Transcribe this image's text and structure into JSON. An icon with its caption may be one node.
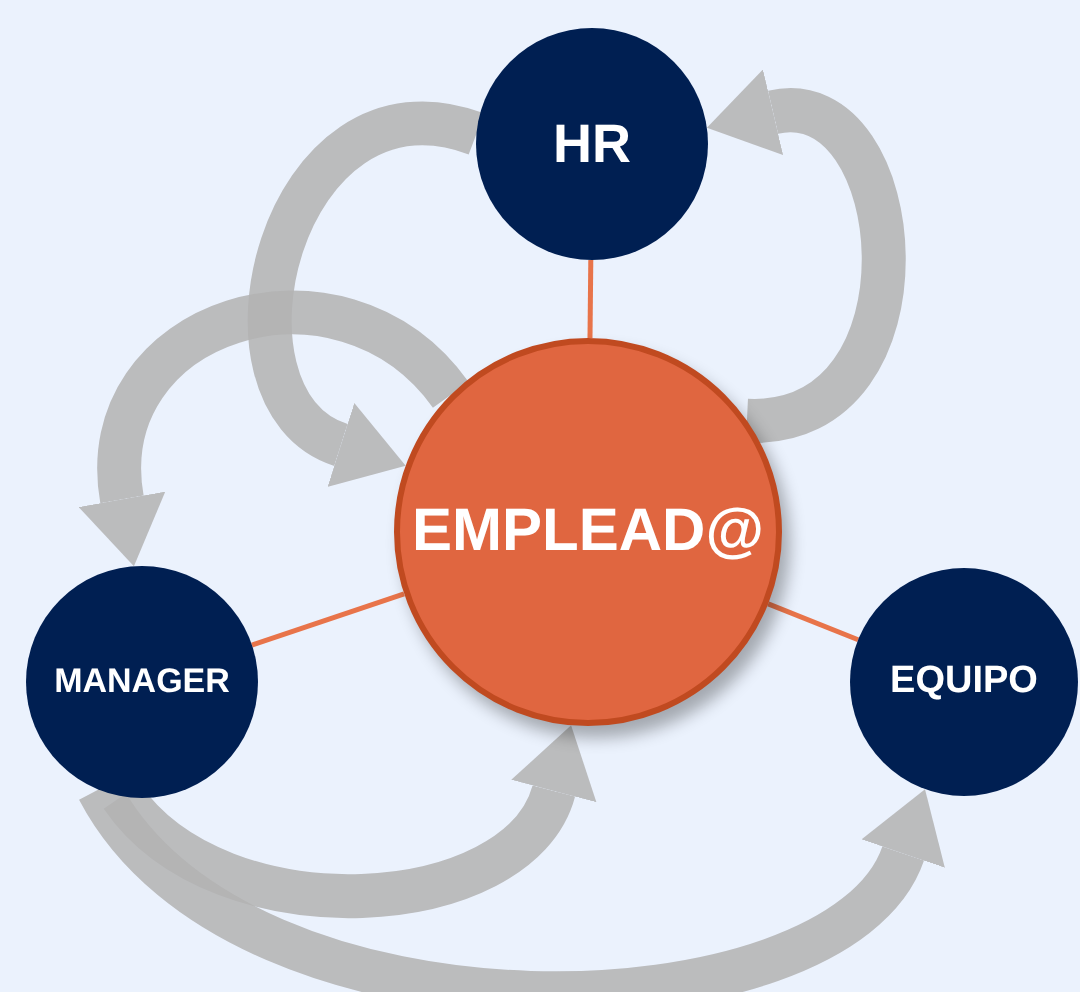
{
  "diagram": {
    "nodes": [
      {
        "text": [
          "HR"
        ]
      },
      {
        "text": [
          "EMPLEAD@"
        ]
      },
      {
        "text": [
          "MANAGER"
        ]
      },
      {
        "text": [
          "EQUIPO"
        ]
      }
    ],
    "edges": [
      {
        "from": 0,
        "to": 1,
        "arrow": "none",
        "color": "#e8744a"
      },
      {
        "from": 2,
        "to": 1,
        "arrow": "none",
        "color": "#e8744a"
      },
      {
        "from": 1,
        "to": 3,
        "arrow": "none",
        "color": "#e8744a"
      },
      {
        "from": 1,
        "to": 0,
        "arrow": "to"
      },
      {
        "from": 0,
        "to": 1,
        "arrow": "to"
      },
      {
        "from": 1,
        "to": 2,
        "arrow": "to"
      },
      {
        "from": 2,
        "to": 1,
        "arrow": "to"
      },
      {
        "from": 2,
        "to": 3,
        "arrow": "to"
      }
    ]
  }
}
